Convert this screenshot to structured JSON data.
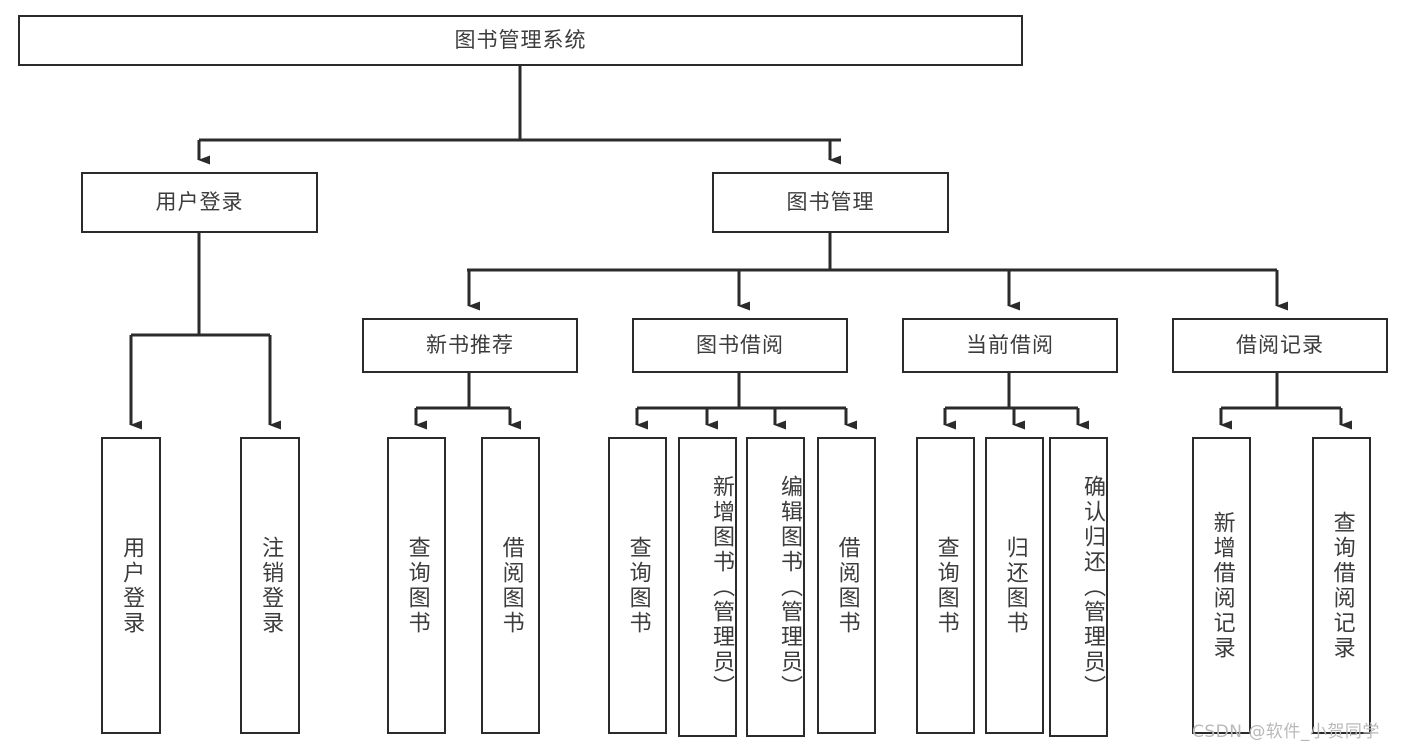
{
  "diagram": {
    "title_text": "图书管理系统",
    "colors": {
      "box_border": "#2b2b2b",
      "box_fill": "#ffffff",
      "text": "#3c3c3c",
      "connector": "#2b2b2b",
      "watermark": "#b9b9b9"
    },
    "root": {
      "id": "root",
      "label": "图书管理系统"
    },
    "level2": [
      {
        "id": "user-login",
        "label": "用户登录"
      },
      {
        "id": "book-management",
        "label": "图书管理"
      }
    ],
    "level3": [
      {
        "id": "new-book-recommend",
        "label": "新书推荐"
      },
      {
        "id": "book-borrow",
        "label": "图书借阅"
      },
      {
        "id": "current-borrow",
        "label": "当前借阅"
      },
      {
        "id": "borrow-record",
        "label": "借阅记录"
      }
    ],
    "leaves": {
      "user_login": [
        {
          "id": "leaf-user-login",
          "label": "用户登录"
        },
        {
          "id": "leaf-logout-login",
          "label": "注销登录"
        }
      ],
      "new_book_recommend": [
        {
          "id": "leaf-query-book-1",
          "label": "查询图书"
        },
        {
          "id": "leaf-borrow-book-1",
          "label": "借阅图书"
        }
      ],
      "book_borrow": [
        {
          "id": "leaf-query-book-2",
          "label": "查询图书"
        },
        {
          "id": "leaf-add-book-admin",
          "label": "新增图书（管理员）"
        },
        {
          "id": "leaf-edit-book-admin",
          "label": "编辑图书（管理员）"
        },
        {
          "id": "leaf-borrow-book-2",
          "label": "借阅图书"
        }
      ],
      "current_borrow": [
        {
          "id": "leaf-query-book-3",
          "label": "查询图书"
        },
        {
          "id": "leaf-return-book",
          "label": "归还图书"
        },
        {
          "id": "leaf-confirm-return-admin",
          "label": "确认归还（管理员）"
        }
      ],
      "borrow_record": [
        {
          "id": "leaf-add-borrow-record",
          "label": "新增借阅记录"
        },
        {
          "id": "leaf-query-borrow-record",
          "label": "查询借阅记录"
        }
      ]
    },
    "watermark": "CSDN @软件_小贺同学"
  }
}
